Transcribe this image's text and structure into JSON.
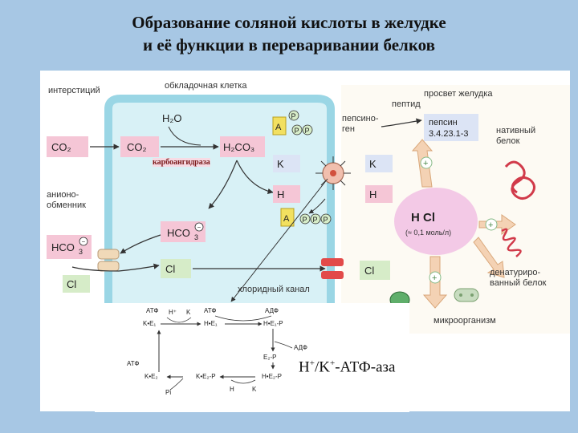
{
  "title": {
    "line1": "Образование соляной кислоты в желудке",
    "line2": "и её функции в переваривании белков"
  },
  "regions": {
    "interstitium": "интерстиций",
    "parietal_cell": "обкладочная клетка",
    "lumen": "просвет желудка"
  },
  "labels": {
    "h2o": "H₂O",
    "co2_left": "CO₂",
    "co2_cell": "CO₂",
    "h2co3": "H₂CO₃",
    "carbonic_anhydrase": "карбоангидраза",
    "k_in": "K",
    "h_in": "H",
    "k_out": "K",
    "h_out": "H",
    "anion_exchanger": "анионо-\nобменник",
    "hco3_cell": "HCO",
    "hco3_left": "HCO",
    "cl_cell": "Cl",
    "cl_left": "Cl",
    "cl_out": "Cl",
    "chloride_channel": "хлоридный канал",
    "peptide": "пептид",
    "pepsinogen": "пепсино-\nген",
    "pepsin": "пепсин\n3.4.23.1-3",
    "native_protein": "нативный\nбелок",
    "hcl": "H  Cl",
    "hcl_conc": "(≈ 0,1 моль/л)",
    "denatured_protein": "денатуриро-\nванный белок",
    "microorganism": "микроорганизм",
    "atp_top": "A",
    "atp_bottom": "A",
    "p": "P"
  },
  "cycle": {
    "atf1": "АТФ",
    "h1": "H⁺",
    "k1": "K",
    "atf2": "АТФ",
    "adf1": "АДФ",
    "ke1": "K•E₁",
    "he1": "H•E₁",
    "he1p": "H•E₁-P",
    "e2p": "E₂-P",
    "adf2": "АДФ",
    "atf3": "АТФ",
    "ke2": "K•E₂",
    "ke2p": "K•E₂-P",
    "he2p": "H•E₂-P",
    "pi": "Pi",
    "h2": "H",
    "k2": "K"
  },
  "kinase": {
    "h": "H",
    "k": "K",
    "rest": "-АТФ-аза",
    "plus": "+"
  },
  "colors": {
    "background": "#a7c7e4",
    "cell": "#d7f1f6",
    "border": "#8fd3e3",
    "pink_box": "#f5c6d6",
    "blue_box": "#dce4f5",
    "lumen": "#f9f5ee",
    "hcl_blob": "#f3c9e6",
    "arrow": "#f4c9a0"
  }
}
